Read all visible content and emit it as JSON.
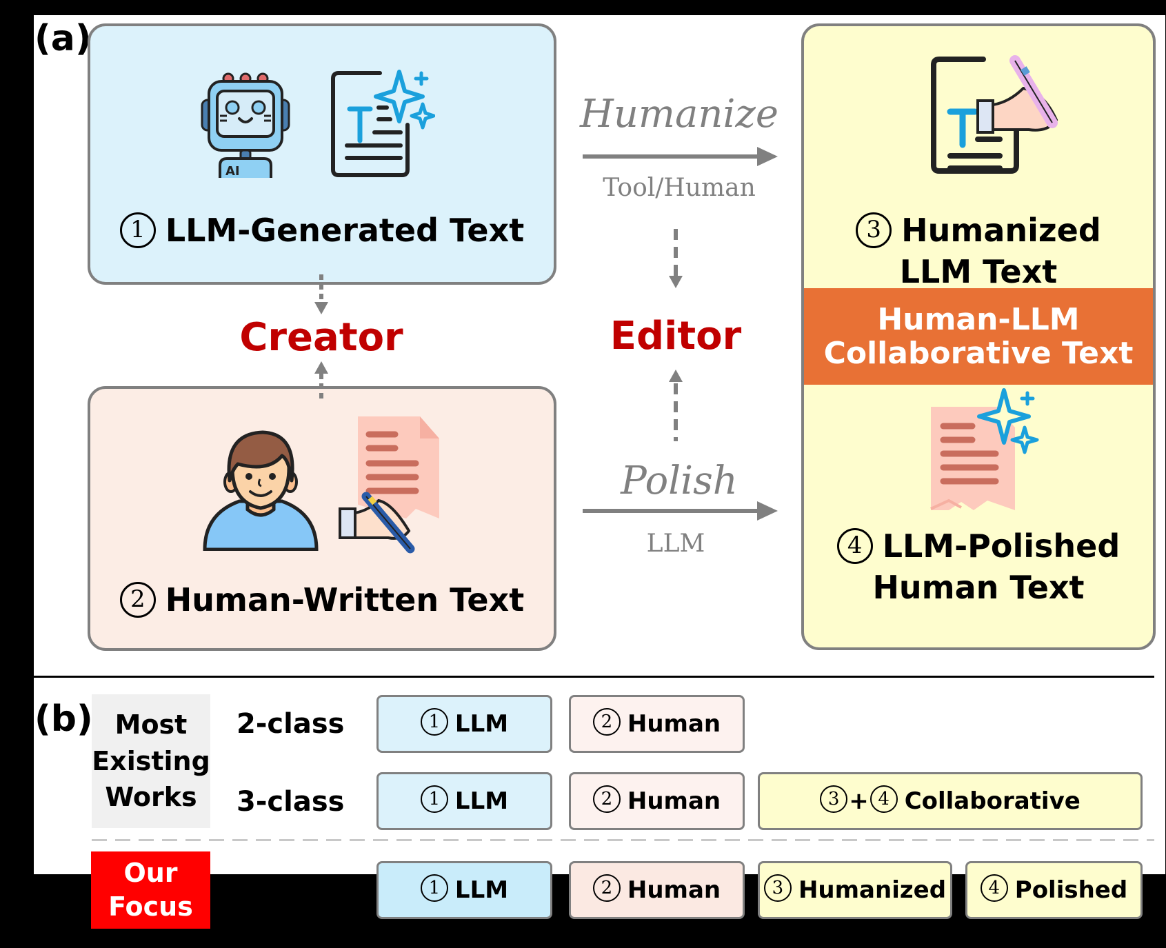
{
  "panel_a": {
    "label": "(a)",
    "llm_box": {
      "number": "1",
      "title": "LLM-Generated Text",
      "icons": [
        "robot-ai-icon",
        "sparkle-document-icon"
      ]
    },
    "human_box": {
      "number": "2",
      "title": "Human-Written Text",
      "icons": [
        "person-icon",
        "handwriting-document-icon"
      ]
    },
    "collab_box": {
      "humanized": {
        "number": "3",
        "line1": "Humanized",
        "line2": "LLM Text",
        "icon": "hand-writing-document-icon"
      },
      "band": {
        "line1": "Human-LLM",
        "line2": "Collaborative Text"
      },
      "polished": {
        "number": "4",
        "line1": "LLM-Polished",
        "line2": "Human Text",
        "icon": "sparkle-paper-icon"
      }
    },
    "arrows": {
      "humanize": {
        "label": "Humanize",
        "sublabel": "Tool/Human"
      },
      "polish": {
        "label": "Polish",
        "sublabel": "LLM"
      }
    },
    "roles": {
      "creator": "Creator",
      "editor": "Editor"
    }
  },
  "panel_b": {
    "label": "(b)",
    "existing_label": [
      "Most",
      "Existing",
      "Works"
    ],
    "focus_label": [
      "Our",
      "Focus"
    ],
    "rows": [
      {
        "name": "2-class",
        "chips": [
          {
            "number": "1",
            "text": "LLM",
            "kind": "llm"
          },
          {
            "number": "2",
            "text": "Human",
            "kind": "human"
          }
        ]
      },
      {
        "name": "3-class",
        "chips": [
          {
            "number": "1",
            "text": "LLM",
            "kind": "llm"
          },
          {
            "number": "2",
            "text": "Human",
            "kind": "human"
          },
          {
            "number": "3+4",
            "text": "Collaborative",
            "kind": "collab"
          }
        ]
      },
      {
        "name": "",
        "chips": [
          {
            "number": "1",
            "text": "LLM",
            "kind": "llm"
          },
          {
            "number": "2",
            "text": "Human",
            "kind": "human"
          },
          {
            "number": "3",
            "text": "Humanized",
            "kind": "collab"
          },
          {
            "number": "4",
            "text": "Polished",
            "kind": "collab"
          }
        ]
      }
    ]
  },
  "colors": {
    "llm_fill": "#dcf2fb",
    "human_fill": "#fcede5",
    "collab_fill": "#fefdce",
    "band_orange": "#e87135",
    "role_red": "#c00000",
    "focus_red": "#ff0000",
    "arrow_gray": "#808080",
    "accent_blue": "#1aa0dc"
  }
}
